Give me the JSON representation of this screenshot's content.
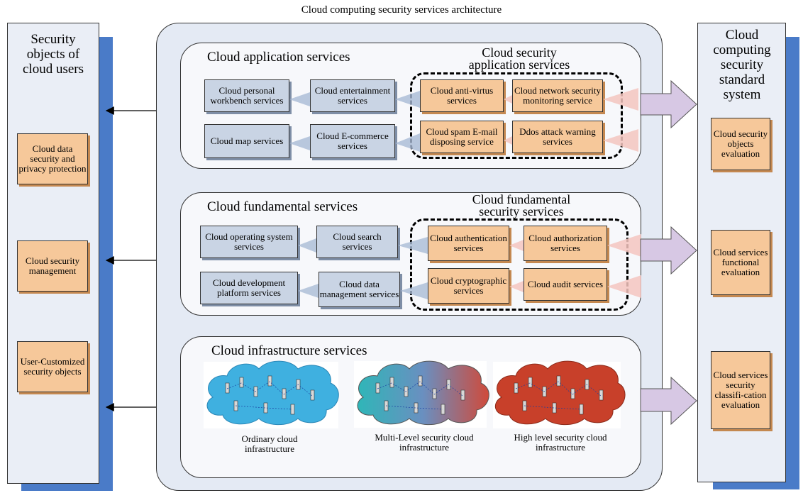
{
  "title": "Cloud computing security services architecture",
  "left_panel": {
    "heading": "Security objects of cloud users",
    "items": [
      "Cloud data security and privacy protection",
      "Cloud security management",
      "User-Customized security objects"
    ]
  },
  "right_panel": {
    "heading": "Cloud computing security standard system",
    "items": [
      "Cloud security objects evaluation",
      "Cloud services functional evaluation",
      "Cloud services security classifi-cation evaluation"
    ]
  },
  "application": {
    "title": "Cloud application services",
    "security_title": "Cloud security application services",
    "services": [
      "Cloud personal workbench services",
      "Cloud entertainment services",
      "Cloud map services",
      "Cloud E-commerce services"
    ],
    "security_services": [
      "Cloud anti-virtus services",
      "Cloud network security monitoring service",
      "Cloud spam E-mail disposing service",
      "Ddos attack warning services"
    ]
  },
  "fundamental": {
    "title": "Cloud fundamental services",
    "security_title": "Cloud fundamental security services",
    "services": [
      "Cloud operating system services",
      "Cloud search services",
      "Cloud development platform services",
      "Cloud data management services"
    ],
    "security_services": [
      "Cloud authentication services",
      "Cloud authorization services",
      "Cloud cryptographic services",
      "Cloud audit services"
    ]
  },
  "infrastructure": {
    "title": "Cloud infrastructure services",
    "clouds": [
      {
        "label": "Ordinary cloud infrastructure"
      },
      {
        "label": "Multi-Level security cloud infrastructure"
      },
      {
        "label": "High level security cloud infrastructure"
      }
    ]
  },
  "colors": {
    "panel_shadow": "#4a7bc8",
    "service_box": "#c9d4e4",
    "security_box": "#f6c89a",
    "cloud_ordinary": "#3fb0e0",
    "cloud_high": "#c8402a"
  }
}
